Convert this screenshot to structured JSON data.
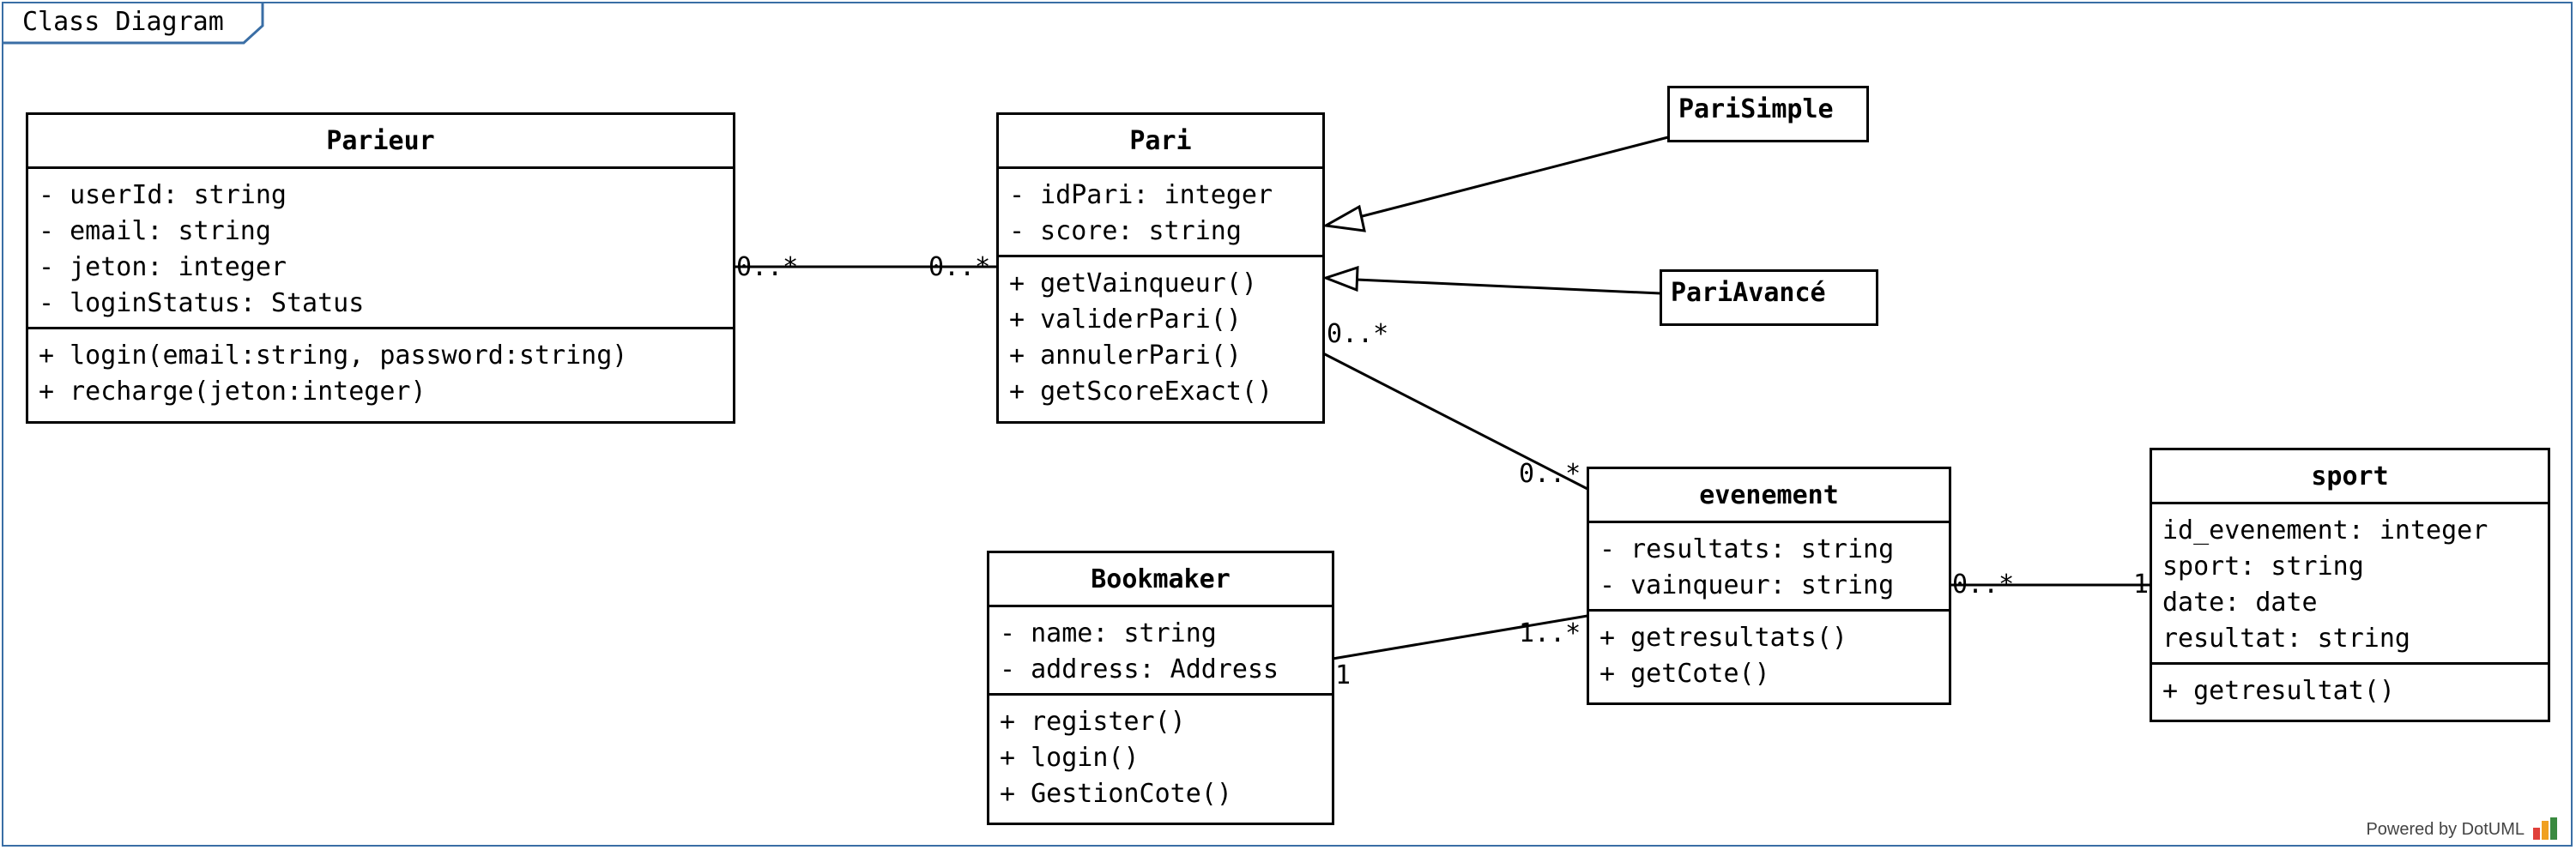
{
  "diagram": {
    "title": "Class Diagram",
    "footer": "Powered by DotUML",
    "frame_color": "#3a6ea5"
  },
  "classes": {
    "parieur": {
      "name": "Parieur",
      "attributes": [
        "- userId: string",
        "- email: string",
        "- jeton: integer",
        "- loginStatus: Status"
      ],
      "operations": [
        "+ login(email:string, password:string)",
        "+ recharge(jeton:integer)"
      ]
    },
    "pari": {
      "name": "Pari",
      "attributes": [
        "- idPari: integer",
        "- score: string"
      ],
      "operations": [
        "+ getVainqueur()",
        "+ validerPari()",
        "+ annulerPari()",
        "+ getScoreExact()"
      ]
    },
    "pari_simple": {
      "name": "PariSimple"
    },
    "pari_avance": {
      "name": "PariAvancé"
    },
    "evenement": {
      "name": "evenement",
      "attributes": [
        "- resultats: string",
        "- vainqueur: string"
      ],
      "operations": [
        "+ getresultats()",
        "+ getCote()"
      ]
    },
    "sport": {
      "name": "sport",
      "attributes": [
        "id_evenement: integer",
        "sport: string",
        "date: date",
        "resultat: string"
      ],
      "operations": [
        "+ getresultat()"
      ]
    },
    "bookmaker": {
      "name": "Bookmaker",
      "attributes": [
        "- name: string",
        "- address: Address"
      ],
      "operations": [
        "+ register()",
        "+ login()",
        "+ GestionCote()"
      ]
    }
  },
  "associations": {
    "parieur_pari": {
      "source_mult": "0..*",
      "target_mult": "0..*"
    },
    "pari_evenement": {
      "source_mult": "0..*",
      "target_mult": "0..*"
    },
    "evenement_sport": {
      "source_mult": "0..*",
      "target_mult": "1"
    },
    "bookmaker_evenement": {
      "source_mult": "1",
      "target_mult": "1..*"
    }
  }
}
